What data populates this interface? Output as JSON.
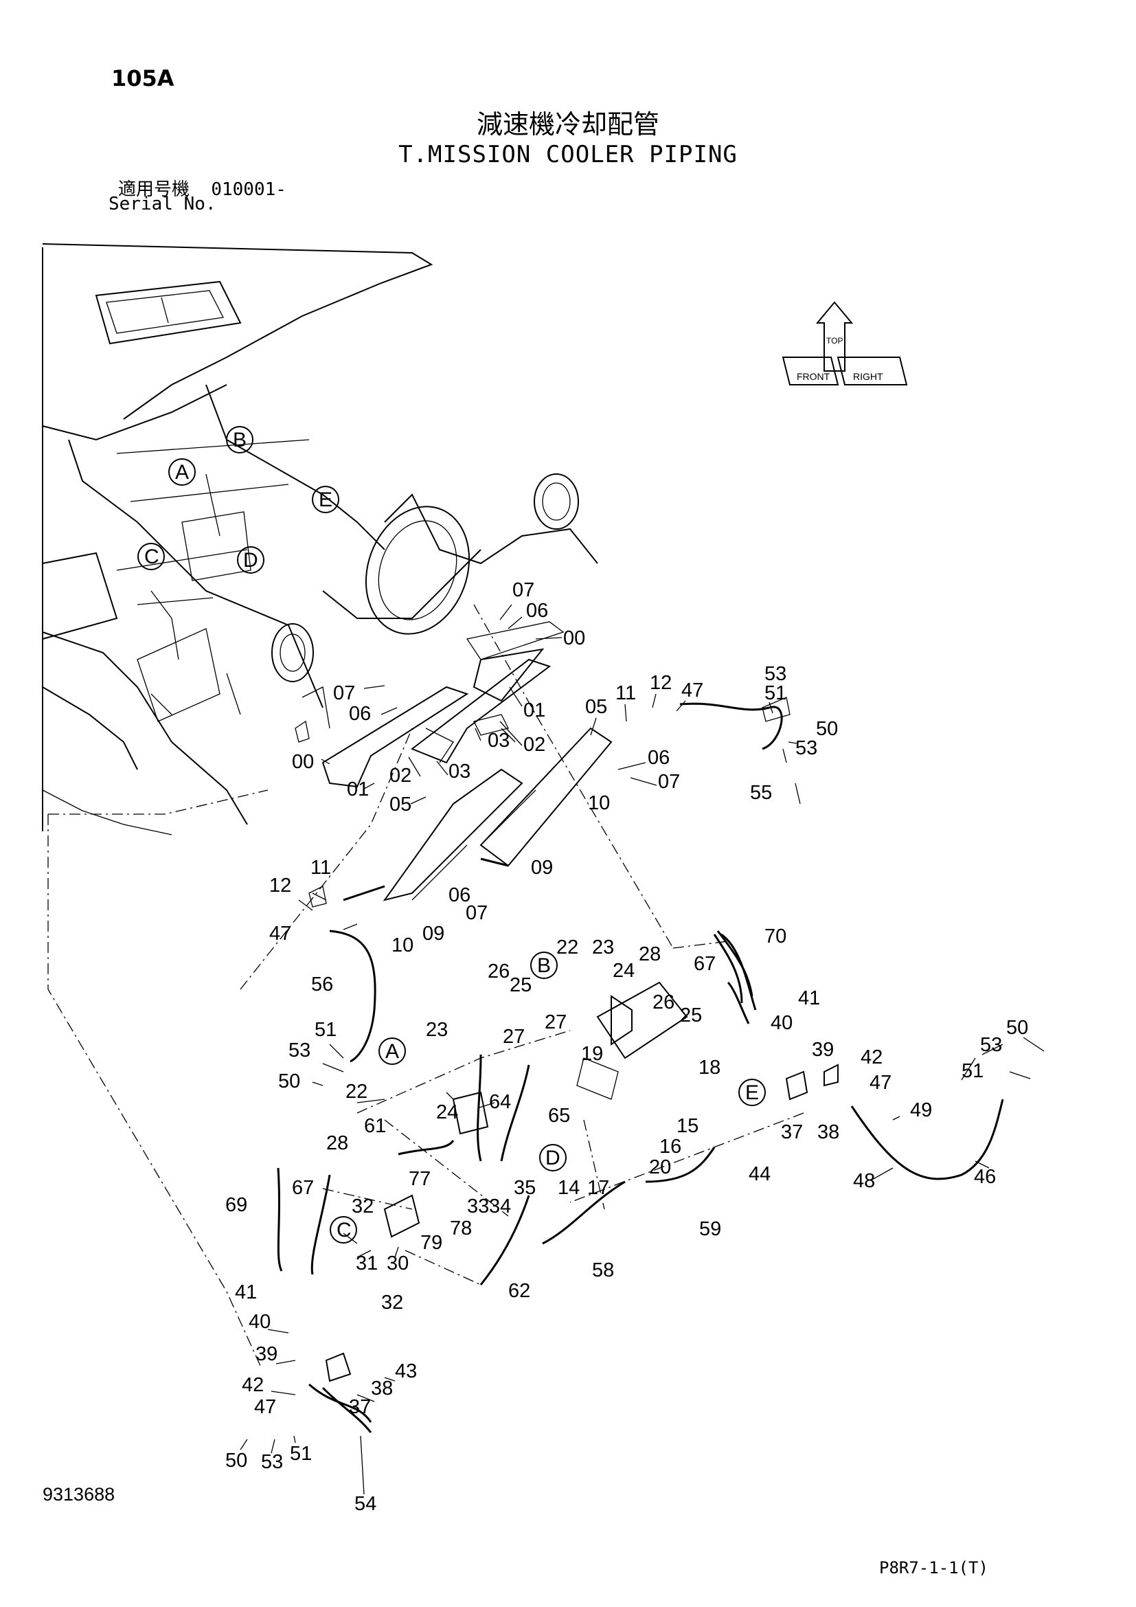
{
  "header": {
    "page_number": "105A",
    "title_jp": "減速機冷却配管",
    "title_en": "T.MISSION COOLER PIPING",
    "serial_label_jp": "適用号機",
    "serial_value": "010001-",
    "serial_label_en": "Serial No."
  },
  "footer": {
    "drawing_number": "9313688",
    "page_code": "P8R7-1-1(T)"
  },
  "orientation_icon": {
    "labels": [
      "FRONT",
      "RIGHT",
      "TOP"
    ]
  },
  "callouts": {
    "detail_refs": [
      "A",
      "B",
      "C",
      "D",
      "E",
      "A",
      "B",
      "C",
      "D",
      "E"
    ],
    "part_numbers": [
      "07",
      "06",
      "00",
      "01",
      "02",
      "03",
      "00",
      "07",
      "06",
      "02",
      "03",
      "01",
      "05",
      "05",
      "11",
      "12",
      "47",
      "51",
      "53",
      "50",
      "53",
      "55",
      "06",
      "07",
      "10",
      "09",
      "09",
      "06",
      "07",
      "11",
      "12",
      "47",
      "10",
      "56",
      "70",
      "67",
      "41",
      "40",
      "39",
      "42",
      "47",
      "53",
      "50",
      "51",
      "49",
      "46",
      "48",
      "22",
      "23",
      "24",
      "28",
      "26",
      "25",
      "26",
      "25",
      "27",
      "27",
      "19",
      "18",
      "15",
      "16",
      "20",
      "44",
      "59",
      "37",
      "38",
      "23",
      "51",
      "53",
      "50",
      "22",
      "24",
      "64",
      "65",
      "61",
      "28",
      "14",
      "17",
      "33",
      "34",
      "35",
      "77",
      "32",
      "79",
      "78",
      "31",
      "30",
      "69",
      "67",
      "41",
      "40",
      "39",
      "42",
      "37",
      "38",
      "43",
      "58",
      "62",
      "32",
      "47",
      "50",
      "53",
      "51",
      "54"
    ]
  }
}
